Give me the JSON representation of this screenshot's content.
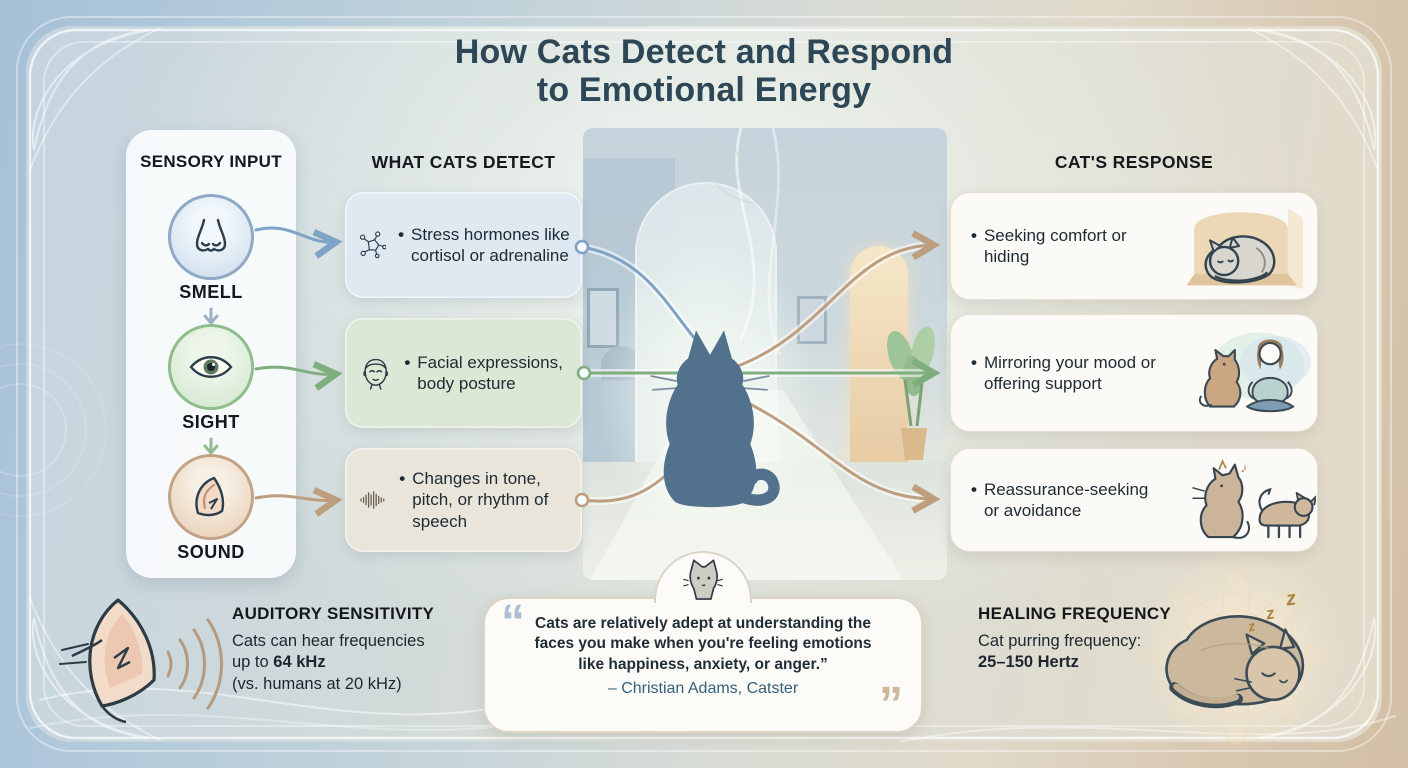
{
  "bullet": "•",
  "title": {
    "line1": "How Cats Detect and Respond",
    "line2": "to Emotional Energy"
  },
  "sensory": {
    "header": "SENSORY INPUT",
    "items": [
      {
        "label": "SMELL",
        "icon": "nose-icon"
      },
      {
        "label": "SIGHT",
        "icon": "eye-icon"
      },
      {
        "label": "SOUND",
        "icon": "ear-icon"
      }
    ]
  },
  "detect": {
    "header": "WHAT CATS DETECT",
    "items": [
      {
        "text": "Stress hormones like cortisol or adrenaline",
        "icon": "molecule-icon"
      },
      {
        "text": "Facial expressions, body posture",
        "icon": "face-icon"
      },
      {
        "text": "Changes in tone, pitch, or rhythm of speech",
        "icon": "waveform-icon"
      }
    ]
  },
  "response": {
    "header": "CAT'S RESPONSE",
    "items": [
      {
        "text": "Seeking comfort or hiding",
        "illustration": "cat-hiding-in-corner"
      },
      {
        "text": "Mirroring your mood or offering support",
        "illustration": "cat-with-meditating-person"
      },
      {
        "text": "Reassurance-seeking or avoidance",
        "illustration": "two-cats"
      }
    ]
  },
  "auditory": {
    "heading": "AUDITORY SENSITIVITY",
    "line1": "Cats can hear frequencies",
    "line2_prefix": "up to ",
    "line2_bold": "64 kHz",
    "line3": "(vs. humans at 20 kHz)"
  },
  "quote": {
    "open_glyph": "“",
    "text": "Cats are relatively adept at understanding the faces you make when you're feeling emotions like happiness, anxiety, or anger.”",
    "attribution": "– Christian Adams, Catster",
    "close_glyph": "”"
  },
  "healing": {
    "heading": "HEALING FREQUENCY",
    "line1": "Cat purring frequency:",
    "line2_bold": "25–150 Hertz",
    "zzz": [
      "z",
      "z",
      "z"
    ]
  },
  "colors": {
    "accent_blue": "#7fa3c5",
    "accent_green": "#7fae7e",
    "accent_tan": "#bd9f7f",
    "title": "#2d4757",
    "attribution": "#33607a"
  }
}
